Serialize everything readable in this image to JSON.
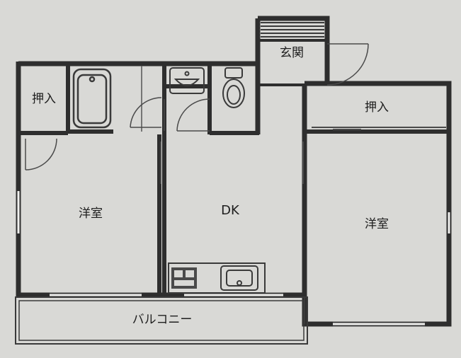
{
  "rooms": {
    "entrance": "玄関",
    "closet_left": "押入",
    "closet_right": "押入",
    "western_left": "洋室",
    "dining_kitchen": "DK",
    "western_right": "洋室",
    "balcony": "バルコニー"
  },
  "colors": {
    "background": "#d9d9d6",
    "wall": "#3a3a3a",
    "line": "#4a4a4a"
  }
}
